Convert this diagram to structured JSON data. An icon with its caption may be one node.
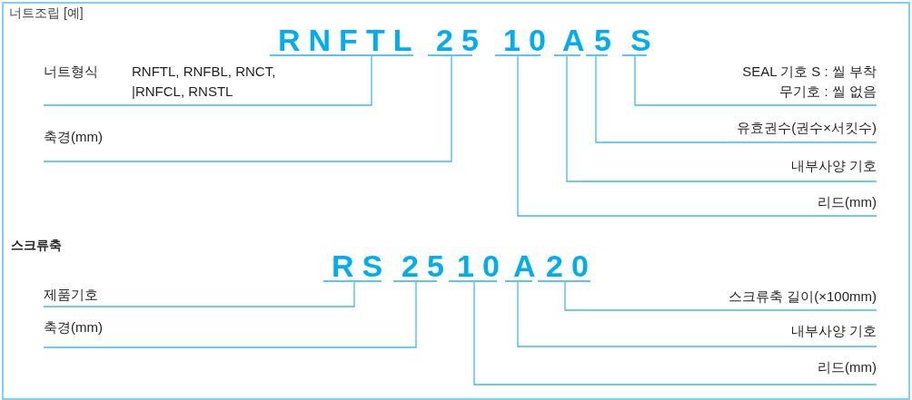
{
  "diagram": {
    "nodes": [
      {
        "text": [
          "RNFTL"
        ]
      },
      {
        "text": [
          "25"
        ]
      },
      {
        "text": [
          "10"
        ]
      },
      {
        "text": [
          "A"
        ]
      },
      {
        "text": [
          "5"
        ]
      },
      {
        "text": [
          "S"
        ]
      },
      {
        "text": [
          "너트형식",
          "RNFTL, RNFBL, RNCT, |RNFCL, RNSTL"
        ]
      },
      {
        "text": [
          "축경(mm)"
        ]
      },
      {
        "text": [
          "SEAL 기호 S : 씰 부착",
          "무기호 : 씰 없음"
        ]
      },
      {
        "text": [
          "유효권수(권수×서킷수)"
        ]
      },
      {
        "text": [
          "내부사양 기호"
        ]
      },
      {
        "text": [
          "리드(mm)"
        ]
      },
      {
        "text": [
          "RS"
        ]
      },
      {
        "text": [
          "25"
        ]
      },
      {
        "text": [
          "10"
        ]
      },
      {
        "text": [
          "A"
        ]
      },
      {
        "text": [
          "20"
        ]
      },
      {
        "text": [
          "제품기호"
        ]
      },
      {
        "text": [
          "축경(mm)"
        ]
      },
      {
        "text": [
          "스크류축 길이(×100mm)"
        ]
      },
      {
        "text": [
          "내부사양 기호"
        ]
      },
      {
        "text": [
          "리드(mm)"
        ]
      }
    ],
    "edges": [
      {
        "from": 0,
        "to": 6,
        "arrow": "none"
      },
      {
        "from": 1,
        "to": 7,
        "arrow": "none"
      },
      {
        "from": 2,
        "to": 11,
        "arrow": "none"
      },
      {
        "from": 3,
        "to": 10,
        "arrow": "none"
      },
      {
        "from": 4,
        "to": 9,
        "arrow": "none"
      },
      {
        "from": 5,
        "to": 8,
        "arrow": "none"
      },
      {
        "from": 12,
        "to": 17,
        "arrow": "none"
      },
      {
        "from": 13,
        "to": 18,
        "arrow": "none"
      },
      {
        "from": 14,
        "to": 21,
        "arrow": "none"
      },
      {
        "from": 15,
        "to": 20,
        "arrow": "none"
      },
      {
        "from": 16,
        "to": 19,
        "arrow": "none"
      }
    ],
    "labels": [
      "너트조립 [예]",
      "스크류축"
    ]
  }
}
